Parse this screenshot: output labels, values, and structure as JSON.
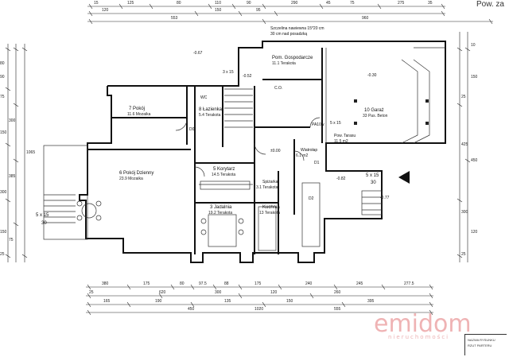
{
  "header": {
    "corner_text": "Pow. za"
  },
  "note": {
    "line1": "Szczelina nawiewna 15*20 cm",
    "line2": "30 cm nad posadzką"
  },
  "rooms": {
    "gospodarcze": {
      "name": "Pom. Gospodarcze",
      "area": "11.1 Terakota"
    },
    "garaz": {
      "name": "10 Garaż",
      "area": "33 Pas. Beton"
    },
    "pokoj": {
      "name": "7 Pokój",
      "area": "11.6 Mozaika"
    },
    "lazienka": {
      "name": "8 Łazienka",
      "area": "5.4 Terakota"
    },
    "dzienny": {
      "name": "6 Pokój Dzienny",
      "area": "23.9 Mozaika"
    },
    "korytarz": {
      "name": "5 Korytarz",
      "area": "14.5 Terakota"
    },
    "spizarka": {
      "name": "Spiżarka",
      "area": "3.1 Terakota"
    },
    "jadalnia": {
      "name": "3 Jadalnia",
      "area": "19.2 Terakota"
    },
    "kuchnia": {
      "name": "Kuchnia",
      "area": "13 Terakota"
    },
    "wiatrolap": {
      "name": "Wiatrołap",
      "area": "6.1 m2"
    },
    "taras": {
      "name": "Pow. Tarasu",
      "area": "11.5 m2"
    }
  },
  "labels": {
    "wc": "WC",
    "co": "C.O.",
    "d0": "D0",
    "d1": "D1",
    "d2": "D2",
    "pa10w": "PA10w",
    "stairs": "5 x 15",
    "stairs2": "5 x 15",
    "stairs3": "5 x 15",
    "step30": "30",
    "step30b": "30",
    "lvl1": "-0.67",
    "lvl2": "-0.30",
    "lvl3": "-0.52",
    "lvl4": "-0.77",
    "lvl5": "-0.82",
    "lvl6": "±0.00",
    "num_3x": "3 x 15"
  },
  "dims_top": [
    "15",
    "125",
    "80",
    "110",
    "90",
    "290",
    "45",
    "75",
    "275",
    "35",
    "120",
    "150",
    "95",
    "960",
    "553"
  ],
  "dims_bottom": [
    "380",
    "175",
    "80",
    "97.5",
    "88",
    "175",
    "240",
    "245",
    "277.5",
    "25",
    "620",
    "300",
    "120",
    "260",
    "1020",
    "165",
    "190",
    "135",
    "150",
    "395",
    "450",
    "555"
  ],
  "dims_left": [
    "80",
    "90",
    "75",
    "300",
    "150",
    "385",
    "300",
    "1065",
    "150",
    "75",
    "25"
  ],
  "dims_right": [
    "10",
    "150",
    "25",
    "425",
    "450",
    "300",
    "120",
    "25"
  ],
  "logo": {
    "main": "emidom",
    "sub": "nieruchomości"
  },
  "titleblock": {
    "line1": "NAZWA RYSUNKU",
    "line2": "RZUT PARTERU"
  }
}
